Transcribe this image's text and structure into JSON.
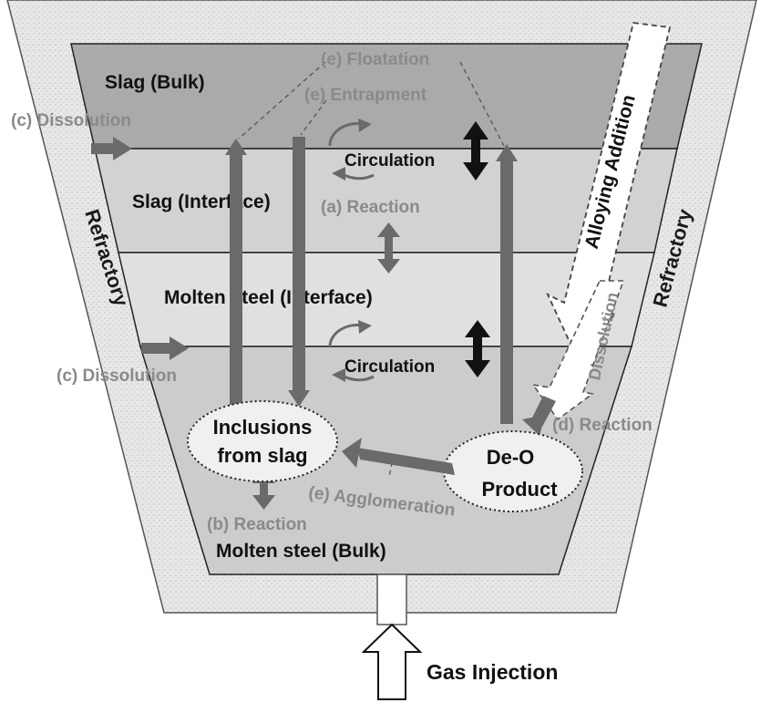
{
  "zones": {
    "slag_bulk": "Slag (Bulk)",
    "slag_interface": "Slag (Interface)",
    "steel_interface": "Molten steel (Interface)",
    "steel_bulk": "Molten steel (Bulk)"
  },
  "walls": {
    "left": "Refractory",
    "right": "Refractory"
  },
  "processes": {
    "floatation": "(e) Floatation",
    "entrapment": "(e) Entrapment",
    "dissolution_top": "(c) Dissolution",
    "dissolution_mid": "(c) Dissolution",
    "reaction_a": "(a) Reaction",
    "reaction_b": "(b) Reaction",
    "reaction_d": "(d) Reaction",
    "dissolution_alloy": "Dissolution",
    "agglomeration": "(e) Agglomeration",
    "circulation_upper": "Circulation",
    "circulation_lower": "Circulation"
  },
  "bubbles": {
    "inclusions_line1": "Inclusions",
    "inclusions_line2": "from slag",
    "deo_line1": "De-O",
    "deo_line2": "Product"
  },
  "inputs": {
    "alloying": "Alloying Addition",
    "gas": "Gas Injection"
  },
  "colors": {
    "refractory": "#e6e6e6",
    "slag_bulk": "#aaaaaa",
    "slag_interface": "#d2d2d2",
    "steel_interface": "#e0e0e0",
    "steel_bulk": "#cccccc",
    "arrow_dark": "#6a6a6a",
    "label_grey": "#8a8a8a"
  }
}
